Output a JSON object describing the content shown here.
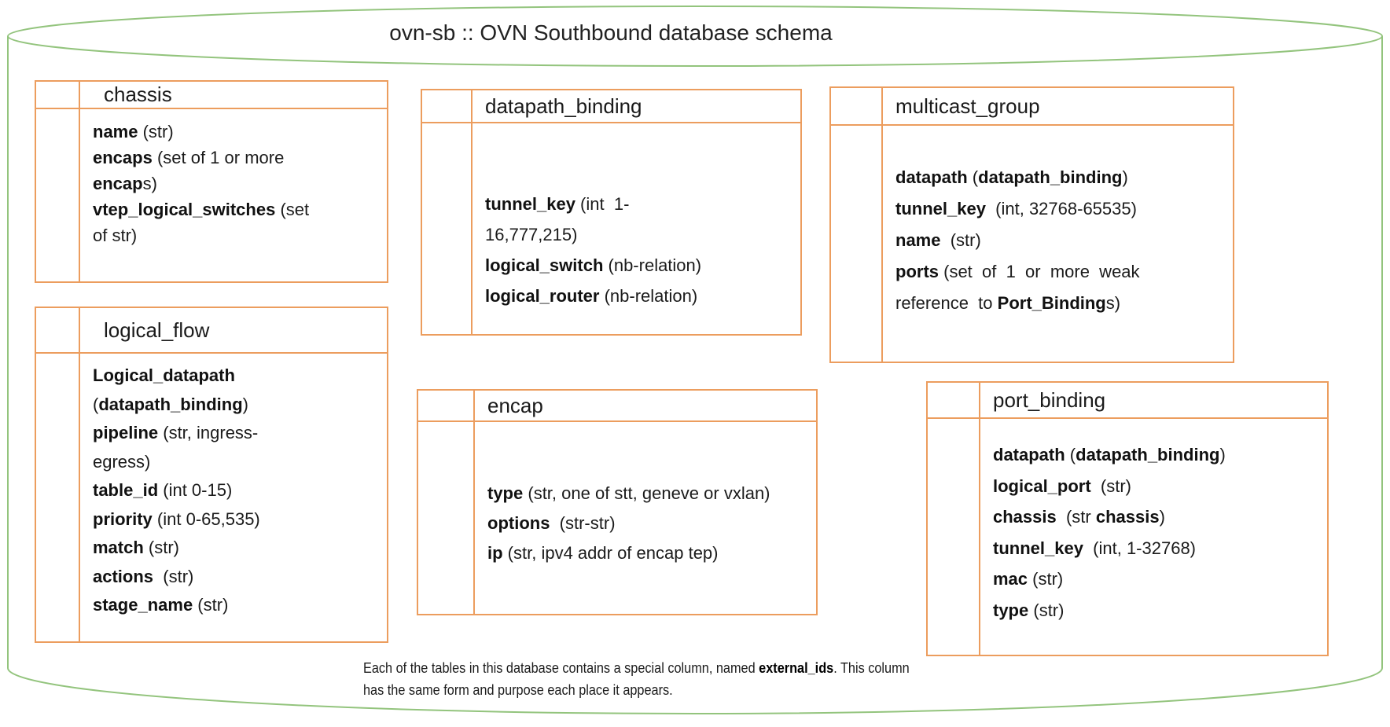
{
  "title": "ovn-sb :: OVN Southbound database schema",
  "colors": {
    "table_border": "#EC9D5E",
    "database_outline": "#93C47D",
    "text": "#1B1B1B"
  },
  "tables": [
    {
      "name": "chassis",
      "lines": [
        [
          {
            "t": "name",
            "b": true
          },
          {
            "t": " (str)"
          }
        ],
        [
          {
            "t": "encaps",
            "b": true
          },
          {
            "t": " (set of 1 or more"
          }
        ],
        [
          {
            "t": "encap",
            "b": true
          },
          {
            "t": "s)"
          }
        ],
        [
          {
            "t": "vtep_logical_switches",
            "b": true
          },
          {
            "t": " (set"
          }
        ],
        [
          {
            "t": "of str)"
          }
        ]
      ]
    },
    {
      "name": "logical_flow",
      "lines": [
        [
          {
            "t": "Logical_datapath",
            "b": true
          }
        ],
        [
          {
            "t": "("
          },
          {
            "t": "datapath_binding",
            "b": true
          },
          {
            "t": ")"
          }
        ],
        [
          {
            "t": "pipeline",
            "b": true
          },
          {
            "t": " (str, ingress-"
          }
        ],
        [
          {
            "t": "egress)"
          }
        ],
        [
          {
            "t": "table_id",
            "b": true
          },
          {
            "t": " (int 0-15)"
          }
        ],
        [
          {
            "t": "priority",
            "b": true
          },
          {
            "t": " (int 0-65,535)"
          }
        ],
        [
          {
            "t": "match",
            "b": true
          },
          {
            "t": " (str)"
          }
        ],
        [
          {
            "t": "actions",
            "b": true
          },
          {
            "t": "  (str)"
          }
        ],
        [
          {
            "t": "stage_name",
            "b": true
          },
          {
            "t": " (str)"
          }
        ]
      ]
    },
    {
      "name": "datapath_binding",
      "lines": [
        [
          {
            "t": "tunnel_key",
            "b": true
          },
          {
            "t": " (int  1-"
          }
        ],
        [
          {
            "t": "16,777,215)"
          }
        ],
        [
          {
            "t": "logical_switch",
            "b": true
          },
          {
            "t": " (nb-relation)"
          }
        ],
        [
          {
            "t": "logical_router",
            "b": true
          },
          {
            "t": " (nb-relation)"
          }
        ]
      ]
    },
    {
      "name": "multicast_group",
      "lines": [
        [
          {
            "t": "datapath",
            "b": true
          },
          {
            "t": " ("
          },
          {
            "t": "datapath_binding",
            "b": true
          },
          {
            "t": ")"
          }
        ],
        [
          {
            "t": "tunnel_key",
            "b": true
          },
          {
            "t": "  (int, 32768-65535)"
          }
        ],
        [
          {
            "t": "name",
            "b": true
          },
          {
            "t": "  (str)"
          }
        ],
        [
          {
            "t": "ports",
            "b": true
          },
          {
            "t": " (set  of  1  or  more  weak"
          }
        ],
        [
          {
            "t": "reference  to "
          },
          {
            "t": "Port_Binding",
            "b": true
          },
          {
            "t": "s)"
          }
        ]
      ]
    },
    {
      "name": "encap",
      "lines": [
        [
          {
            "t": "type",
            "b": true
          },
          {
            "t": " (str, one of stt, geneve or vxlan)"
          }
        ],
        [
          {
            "t": "options",
            "b": true
          },
          {
            "t": "  (str-str)"
          }
        ],
        [
          {
            "t": "ip",
            "b": true
          },
          {
            "t": " (str, ipv4 addr of encap tep)"
          }
        ]
      ]
    },
    {
      "name": "port_binding",
      "lines": [
        [
          {
            "t": "datapath",
            "b": true
          },
          {
            "t": " ("
          },
          {
            "t": "datapath_binding",
            "b": true
          },
          {
            "t": ")"
          }
        ],
        [
          {
            "t": "logical_port",
            "b": true
          },
          {
            "t": "  (str)"
          }
        ],
        [
          {
            "t": "chassis",
            "b": true
          },
          {
            "t": "  (str "
          },
          {
            "t": "chassis",
            "b": true
          },
          {
            "t": ")"
          }
        ],
        [
          {
            "t": "tunnel_key",
            "b": true
          },
          {
            "t": "  (int, 1-32768)"
          }
        ],
        [
          {
            "t": "mac",
            "b": true
          },
          {
            "t": " (str)"
          }
        ],
        [
          {
            "t": "type",
            "b": true
          },
          {
            "t": " (str)"
          }
        ]
      ]
    }
  ],
  "note": {
    "segments": [
      {
        "t": "Each of the tables in this database contains a special column, named "
      },
      {
        "t": "external_ids",
        "b": true
      },
      {
        "t": ". This column has the same form and purpose each place it appears."
      }
    ]
  }
}
